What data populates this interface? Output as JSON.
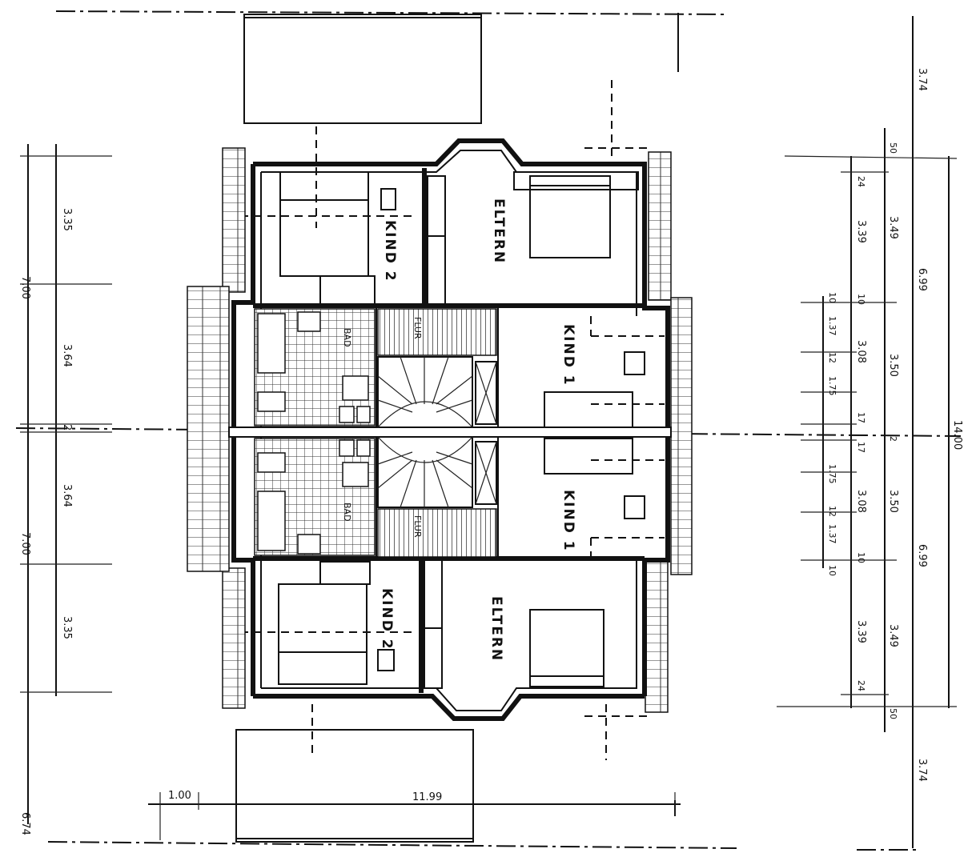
{
  "rooms": {
    "kind2_top": "KIND 2",
    "eltern_top": "ELTERN",
    "kind1_top": "KIND 1",
    "kind1_bottom": "KIND 1",
    "eltern_bottom": "ELTERN",
    "kind2_bottom": "KIND 2",
    "bad_top": "BAD",
    "bad_bottom": "BAD",
    "flur_top": "FLUR",
    "flur_bottom": "FLUR"
  },
  "dims_left": {
    "total_top": "7.00",
    "total_bottom": "7.00",
    "seg_1": "3.35",
    "seg_2": "3.64",
    "seg_3": "2",
    "seg_4": "3.64",
    "seg_5": "3.35",
    "corner": "6.74"
  },
  "dims_right": {
    "overall": "14.00",
    "top_outer": "3.74",
    "bottom_outer": "3.74",
    "half_top": "6.99",
    "half_bottom": "6.99",
    "offset_top": "50",
    "offset_bottom": "50",
    "c_349_top": "3.49",
    "c_350_top": "3.50",
    "c_2": "2",
    "c_350_bottom": "3.50",
    "c_349_bottom": "3.49",
    "d_24_top": "24",
    "d_339_top": "3.39",
    "d_10a": "10",
    "d_308_top": "3.08",
    "d_175a": "17",
    "d_175b": "17",
    "d_308_bottom": "3.08",
    "d_10b": "10",
    "d_339_bottom": "3.39",
    "d_24_bottom": "24",
    "e_10": "10",
    "e_137_top": "1.37",
    "e_12_top": "12",
    "e_175_top": "1.75",
    "e_175_bottom": "1.75",
    "e_12_bottom": "12",
    "e_137_bottom": "1.37",
    "e_10_bottom": "10"
  },
  "dims_bottom": {
    "left": "1.00",
    "main": "11.99"
  }
}
